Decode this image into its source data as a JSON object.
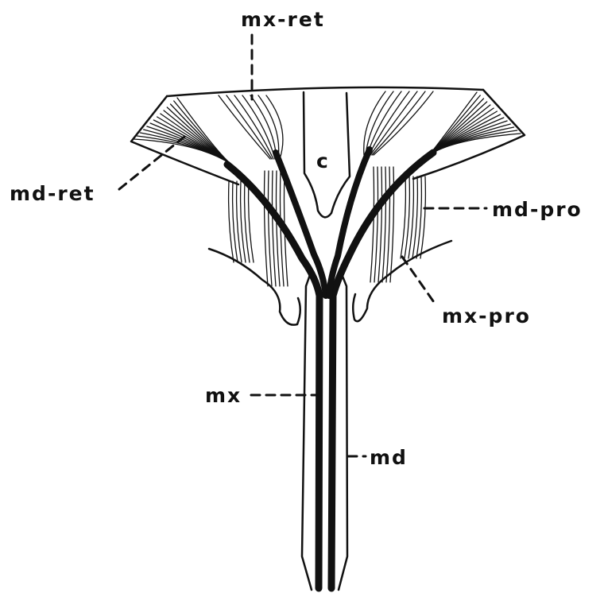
{
  "diagram": {
    "ink_color": "#111111",
    "background": "#ffffff",
    "labels": {
      "mx_ret": "mx-ret",
      "md_ret": "md-ret",
      "md_pro": "md-pro",
      "mx_pro": "mx-pro",
      "c": "c",
      "mx": "mx",
      "md": "md"
    }
  }
}
